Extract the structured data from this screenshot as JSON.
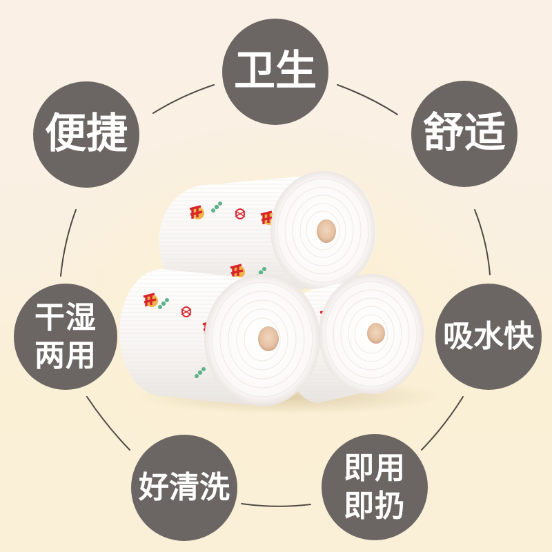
{
  "theme": {
    "badge_color": "#6B6663",
    "badge_text_color": "#FFFFFF",
    "arc_color": "#4F4944",
    "background_top": "#FAF0E6",
    "background_bottom": "#FAF0D8",
    "roll_core_color": "#E8C5A8"
  },
  "center_product": {
    "name": "kitchen paper towel rolls",
    "roll_count": 3,
    "icon": "paper-roll-icon"
  },
  "features": [
    {
      "id": "hygienic",
      "label": "卫生"
    },
    {
      "id": "convenient",
      "label": "便捷"
    },
    {
      "id": "comfortable",
      "label": "舒适"
    },
    {
      "id": "wet-dry",
      "label": "干湿\n两用"
    },
    {
      "id": "absorbent",
      "label": "吸水快"
    },
    {
      "id": "easy-clean",
      "label": "好清洗"
    },
    {
      "id": "disposable",
      "label": "即用\n即扔"
    }
  ]
}
